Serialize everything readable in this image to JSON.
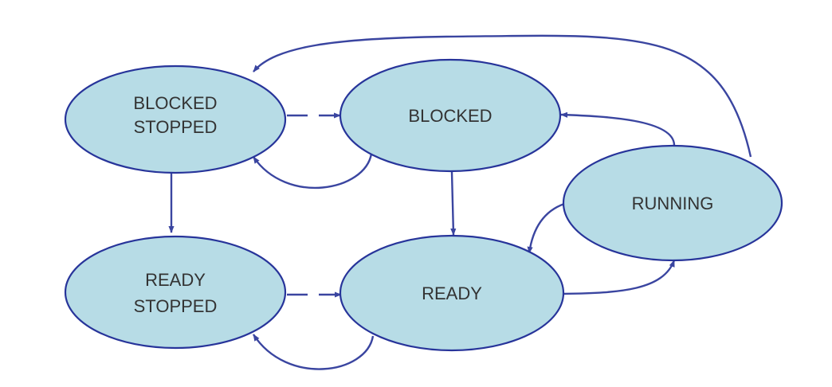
{
  "diagram": {
    "colors": {
      "node_fill": "#b7dce6",
      "node_stroke": "#27349a",
      "edge": "#3a45a0",
      "text": "#333333"
    },
    "nodes": {
      "blocked_stopped": {
        "line1": "BLOCKED",
        "line2": "STOPPED"
      },
      "blocked": {
        "line1": "BLOCKED"
      },
      "running": {
        "line1": "RUNNING"
      },
      "ready_stopped": {
        "line1": "READY",
        "line2": "STOPPED"
      },
      "ready": {
        "line1": "READY"
      }
    },
    "edges": [
      {
        "from": "BLOCKED STOPPED",
        "to": "BLOCKED",
        "style": "dashed"
      },
      {
        "from": "BLOCKED",
        "to": "BLOCKED STOPPED",
        "style": "solid"
      },
      {
        "from": "BLOCKED STOPPED",
        "to": "READY STOPPED",
        "style": "solid"
      },
      {
        "from": "BLOCKED",
        "to": "READY",
        "style": "solid"
      },
      {
        "from": "READY STOPPED",
        "to": "READY",
        "style": "dashed"
      },
      {
        "from": "READY",
        "to": "READY STOPPED",
        "style": "solid"
      },
      {
        "from": "RUNNING",
        "to": "BLOCKED",
        "style": "solid"
      },
      {
        "from": "RUNNING",
        "to": "BLOCKED STOPPED",
        "style": "solid"
      },
      {
        "from": "RUNNING",
        "to": "READY",
        "style": "solid"
      },
      {
        "from": "READY",
        "to": "RUNNING",
        "style": "solid"
      }
    ]
  }
}
